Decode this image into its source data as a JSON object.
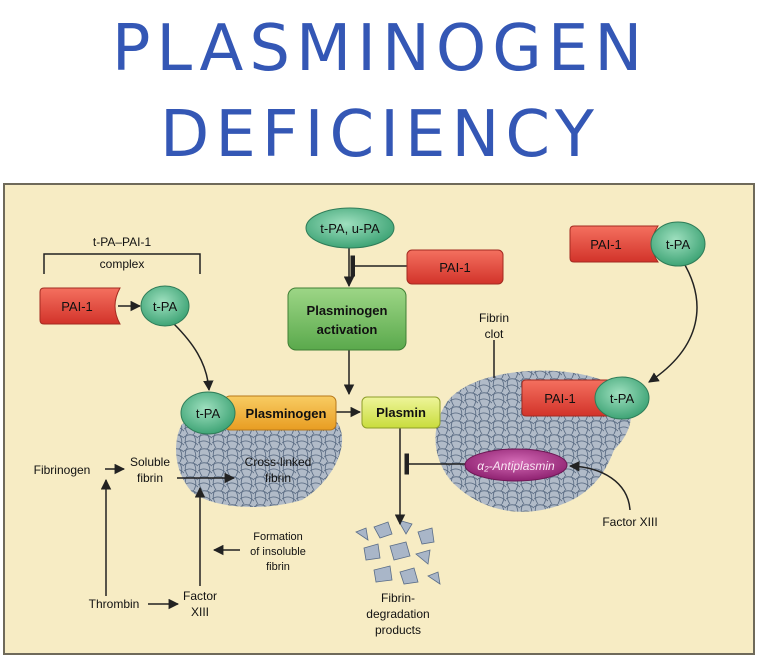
{
  "title": {
    "line1": "PLASMINOGEN",
    "line2": "DEFICIENCY"
  },
  "diagram": {
    "nodes": {
      "tpa_upa": "t-PA, u-PA",
      "pai1_top": "PAI-1",
      "plasminogen_activation_1": "Plasminogen",
      "plasminogen_activation_2": "activation",
      "complex_label_1": "t-PA–PAI-1",
      "complex_label_2": "complex",
      "pai1_left": "PAI-1",
      "tpa_left": "t-PA",
      "pai1_topright": "PAI-1",
      "tpa_topright": "t-PA",
      "tpa_bound": "t-PA",
      "plasminogen": "Plasminogen",
      "plasmin": "Plasmin",
      "fibrin_clot_1": "Fibrin",
      "fibrin_clot_2": "clot",
      "pai1_right": "PAI-1",
      "tpa_right": "t-PA",
      "antiplasmin": "α₂-Antiplasmin",
      "factor13_right": "Factor XIII",
      "fibrinogen": "Fibrinogen",
      "soluble_fibrin_1": "Soluble",
      "soluble_fibrin_2": "fibrin",
      "crosslinked_1": "Cross-linked",
      "crosslinked_2": "fibrin",
      "formation_1": "Formation",
      "formation_2": "of insoluble",
      "formation_3": "fibrin",
      "thrombin": "Thrombin",
      "factor13_bottom_1": "Factor",
      "factor13_bottom_2": "XIII",
      "fdp_1": "Fibrin-",
      "fdp_2": "degradation",
      "fdp_3": "products"
    },
    "colors": {
      "background": "#f7ecc4",
      "border": "#6f6a5a",
      "pai1": "#e8453a",
      "tpa": "#6cc39a",
      "activation": "#7cc06a",
      "plasminogen": "#f3b63c",
      "plasmin": "#d8ea5a",
      "antiplasmin": "#b2358f",
      "title": "#3457b5"
    }
  }
}
